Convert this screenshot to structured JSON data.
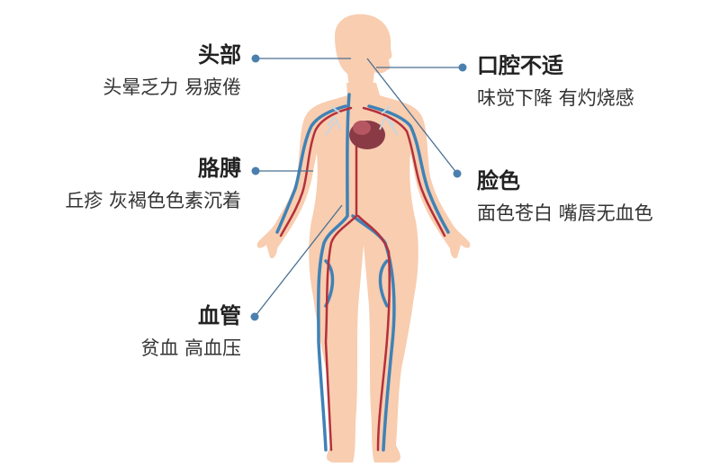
{
  "colors": {
    "skin": "#f8cdb0",
    "skin_light": "#fbdcc6",
    "artery": "#b5303a",
    "vein": "#3f82b6",
    "connector": "#4a6f91",
    "dot": "#4b7fae",
    "title_text": "#222222",
    "desc_text": "#333333"
  },
  "labels": {
    "head": {
      "title": "头部",
      "desc": "头晕乏力 易疲倦"
    },
    "oral": {
      "title": "口腔不适",
      "desc": "味觉下降 有灼烧感"
    },
    "arm": {
      "title": "胳膊",
      "desc": "丘疹 灰褐色色素沉着"
    },
    "face": {
      "title": "脸色",
      "desc": "面色苍白 嘴唇无血色"
    },
    "vessel": {
      "title": "血管",
      "desc": "贫血 高血压"
    }
  }
}
